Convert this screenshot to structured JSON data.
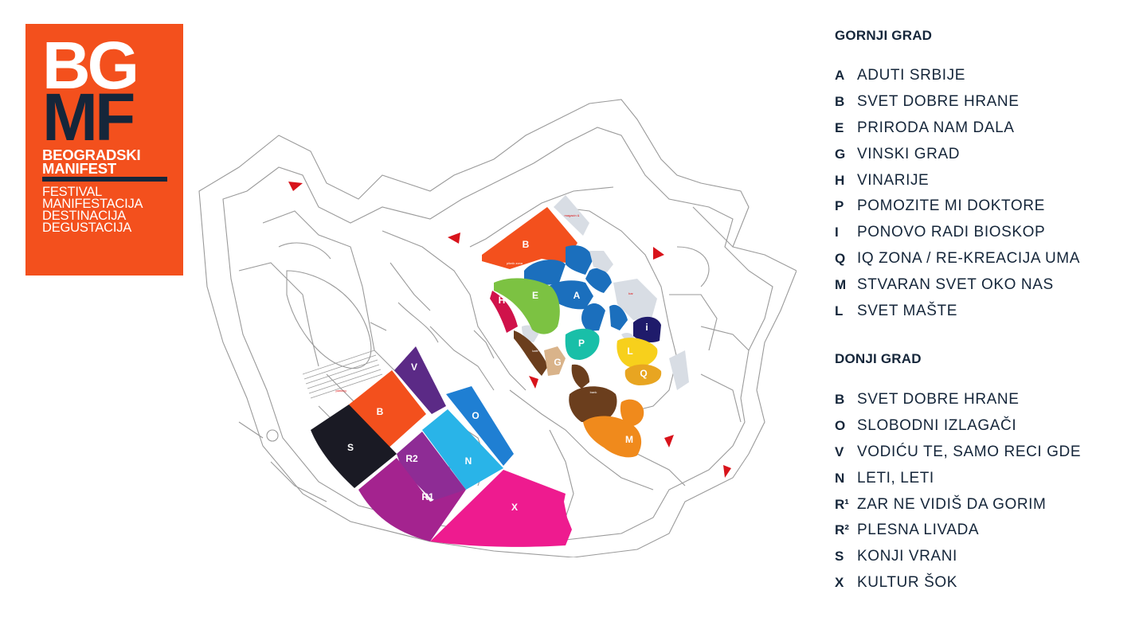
{
  "logo": {
    "line1": "BG",
    "line2": "MF",
    "name_line1": "BEOGRADSKI",
    "name_line2": "MANIFEST",
    "tag_line1": "FESTIVAL",
    "tag_line2": "MANIFESTACIJA",
    "tag_line3": "DESTINACIJA",
    "tag_line4": "DEGUSTACIJA",
    "color": "#f3501d",
    "dark_color": "#15263a"
  },
  "legend": {
    "gornji": {
      "title": "GORNJI GRAD",
      "items": [
        {
          "code": "A",
          "label": "ADUTI SRBIJE"
        },
        {
          "code": "B",
          "label": "SVET DOBRE HRANE"
        },
        {
          "code": "E",
          "label": "PRIRODA NAM DALA"
        },
        {
          "code": "G",
          "label": "VINSKI GRAD"
        },
        {
          "code": "H",
          "label": "VINARIJE"
        },
        {
          "code": "P",
          "label": "POMOZITE MI DOKTORE"
        },
        {
          "code": "I",
          "label": "PONOVO RADI BIOSKOP"
        },
        {
          "code": "Q",
          "label": "IQ ZONA / RE-KREACIJA UMA"
        },
        {
          "code": "M",
          "label": "STVARAN SVET OKO NAS"
        },
        {
          "code": "L",
          "label": "SVET MAŠTE"
        }
      ]
    },
    "donji": {
      "title": "DONJI GRAD",
      "items": [
        {
          "code": "B",
          "label": "SVET DOBRE HRANE"
        },
        {
          "code": "O",
          "label": "SLOBODNI IZLAGAČI"
        },
        {
          "code": "V",
          "label": "VODIĆU TE, SAMO RECI GDE"
        },
        {
          "code": "N",
          "label": "LETI, LETI"
        },
        {
          "code": "R¹",
          "label": "ZAR NE VIDIŠ DA GORIM"
        },
        {
          "code": "R²",
          "label": "PLESNA LIVADA"
        },
        {
          "code": "S",
          "label": "KONJI VRANI"
        },
        {
          "code": "X",
          "label": "KULTUR ŠOK"
        }
      ]
    }
  },
  "map": {
    "zones": {
      "B_upper": {
        "label": "B",
        "color": "#f3501d",
        "sublabel": "piknik zona"
      },
      "A": {
        "label": "A",
        "color": "#1b6fbd"
      },
      "E": {
        "label": "E",
        "color": "#7cc242"
      },
      "H": {
        "label": "H",
        "color": "#d0124a"
      },
      "P": {
        "label": "P",
        "color": "#19bfa8"
      },
      "G": {
        "label": "G",
        "color": "#d9b38a"
      },
      "I": {
        "label": "i",
        "color": "#1f1b6b"
      },
      "L": {
        "label": "L",
        "color": "#f7d01c"
      },
      "Q": {
        "label": "Q",
        "color": "#e8a521"
      },
      "M": {
        "label": "M",
        "color": "#f08a1c"
      },
      "brown": {
        "color": "#6b3e1d",
        "sublabel": "bank"
      },
      "V": {
        "label": "V",
        "color": "#5b2a86"
      },
      "B_lower": {
        "label": "B",
        "color": "#f3501d"
      },
      "O": {
        "label": "O",
        "color": "#1f7fd3"
      },
      "N": {
        "label": "N",
        "color": "#29b4e8"
      },
      "S": {
        "label": "S",
        "color": "#1a1a24"
      },
      "R2": {
        "label": "R2",
        "color": "#8e2c95"
      },
      "R1": {
        "label": "R1",
        "color": "#a4238f"
      },
      "X": {
        "label": "X",
        "color": "#ee1b8f"
      }
    },
    "marker_color": "#d8131b",
    "tiny": {
      "magazin": "magacin &",
      "parking": "parking",
      "kafa": "kafe",
      "bank": "bank",
      "bar": "bar"
    }
  }
}
